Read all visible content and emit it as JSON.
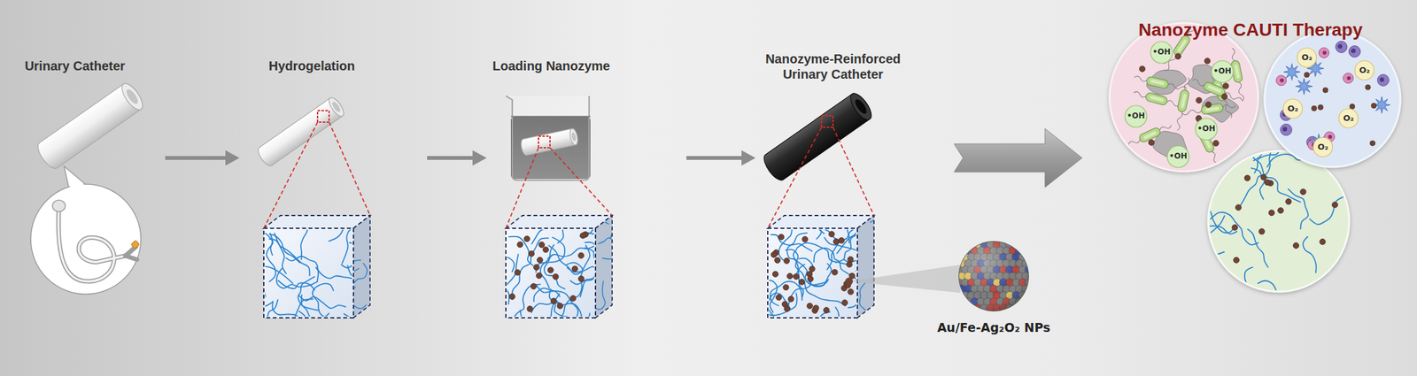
{
  "diagram": {
    "nodes": [
      {
        "text": [
          "Urinary Catheter"
        ]
      },
      {
        "text": [
          "Hydrogelation"
        ]
      },
      {
        "text": [
          "Loading Nanozyme"
        ]
      },
      {
        "text": [
          "Nanozyme-Reinforced Urinary Catheter"
        ]
      },
      {
        "text": [
          "Nanozyme CAUTI Therapy"
        ]
      }
    ],
    "edges": [
      {
        "from": 0,
        "to": 1,
        "arrow": "to"
      },
      {
        "from": 1,
        "to": 2,
        "arrow": "to"
      },
      {
        "from": 2,
        "to": 3,
        "arrow": "to"
      },
      {
        "from": 3,
        "to": 4,
        "arrow": "to"
      }
    ],
    "labels": [
      "Au/Fe-Ag₂O₂ NPs",
      "•OH",
      "•OH",
      "•OH",
      "•OH",
      "•OH",
      "O₂",
      "O₂",
      "O₂",
      "O₂",
      "O₂"
    ]
  }
}
